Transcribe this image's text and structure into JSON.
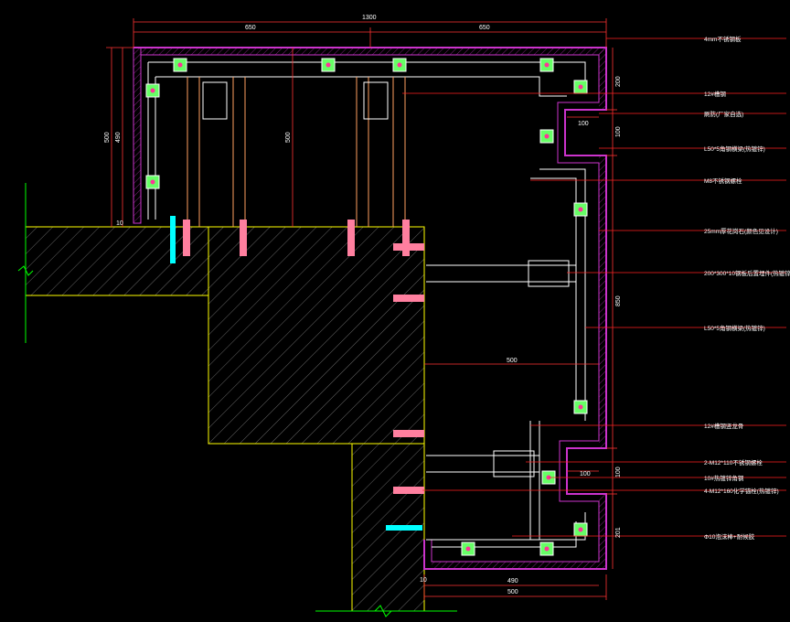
{
  "colors": {
    "background": "#000000",
    "structure": "#ffff00",
    "stone": "#cc33cc",
    "frame": "#ffffff",
    "dimension": "#ff3333",
    "leader": "#ff0000",
    "anchor": "#ff7f9f",
    "accent": "#00ffff",
    "node_fill": "#99ff99",
    "ground": "#00ff00",
    "text": "#ffffff"
  },
  "dimensions": {
    "top_total": "1300",
    "top_left": "650",
    "top_right": "650",
    "left_outer": "500",
    "left_inner": "490",
    "left_small": "10",
    "mid_vertical": "500",
    "right_top": "200",
    "right_step1": "100",
    "right_step1_h": "100",
    "right_mid": "850",
    "center_horizontal": "500",
    "right_step2": "100",
    "right_lower": "100",
    "right_bottom": "201",
    "bottom_inner": "490",
    "bottom_outer": "500",
    "bottom_small": "10"
  },
  "annotations": [
    "4mm不锈钢板",
    "12#槽钢",
    "刷防(厂家自选)",
    "L50*5角钢横梁(热镀锌)",
    "M8不锈钢螺栓",
    "25mm厚花岗石(颜色见设计)",
    "200*300*10钢板后置埋件(热镀锌)",
    "L50*5角钢横梁(热镀锌)",
    "12#槽钢竖龙骨",
    "2-M12*110不锈钢螺栓",
    "10#热镀锌角钢",
    "4-M12*160化学锚栓(热镀锌)",
    "Φ10泡沫棒+耐候胶"
  ]
}
